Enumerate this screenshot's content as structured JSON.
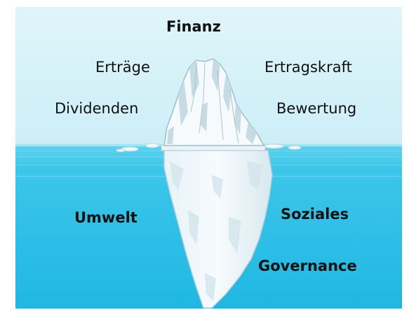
{
  "above_water": {
    "title": "Finanz",
    "left_top": "Erträge",
    "left_bottom": "Dividenden",
    "right_top": "Ertragskraft",
    "right_bottom": "Bewertung"
  },
  "below_water": {
    "left": "Umwelt",
    "right_top": "Soziales",
    "right_bottom": "Governance"
  },
  "colors": {
    "sky": "#d6f1f8",
    "water_surface": "#46c9ea",
    "water_deep": "#22bbe4",
    "ice": "#f3f8fb",
    "ice_shadow": "#c9dde6"
  }
}
